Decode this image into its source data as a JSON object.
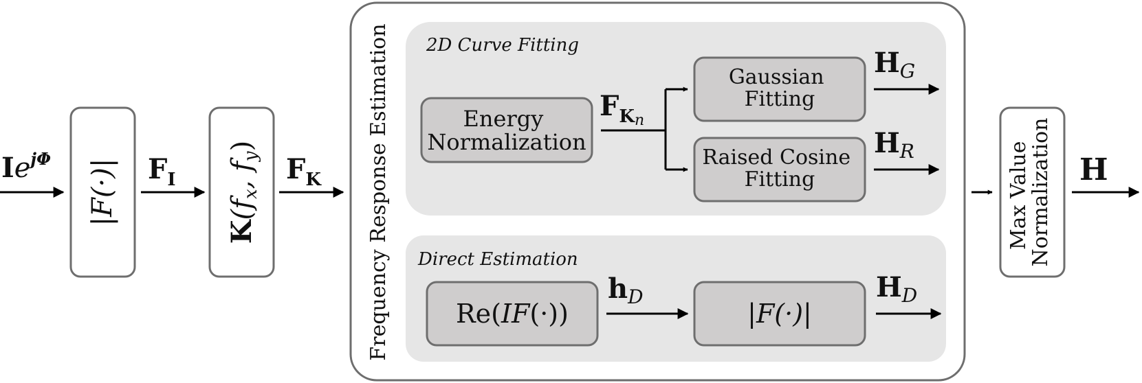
{
  "input_signal": {
    "base": "I",
    "exp_e": "e",
    "exp_power": "jΦ"
  },
  "fft_block": {
    "label": "|F(·)|"
  },
  "fi_signal": {
    "base": "F",
    "sub": "I"
  },
  "k_block": {
    "base": "K",
    "args": "(f",
    "sub_x": "x",
    "comma": ", f",
    "sub_y": "y",
    "close": ")"
  },
  "fk_signal": {
    "base": "F",
    "sub": "K"
  },
  "fre": {
    "title": "Frequency Response Estimation",
    "curve_fitting": {
      "title": "2D Curve Fitting",
      "energy_norm": {
        "line1": "Energy",
        "line2": "Normalization"
      },
      "fkn_signal": {
        "base": "F",
        "sub": "K",
        "subsub": "n"
      },
      "gaussian": {
        "line1": "Gaussian",
        "line2": "Fitting"
      },
      "hg_signal": {
        "base": "H",
        "sub": "G"
      },
      "raised_cosine": {
        "line1": "Raised Cosine",
        "line2": "Fitting"
      },
      "hr_signal": {
        "base": "H",
        "sub": "R"
      }
    },
    "direct": {
      "title": "Direct Estimation",
      "re_block": {
        "prefix": "Re(",
        "if": "IF",
        "suffix": "(·))"
      },
      "hd_small": {
        "base": "h",
        "sub": "D"
      },
      "abs_block": {
        "label": "|F(·)|"
      },
      "hd_signal": {
        "base": "H",
        "sub": "D"
      }
    }
  },
  "max_norm": {
    "line1": "Max Value",
    "line2": "Normalization"
  },
  "output_signal": {
    "label": "H"
  },
  "colors": {
    "stroke": "#6e6e6e",
    "panel": "#e6e6e6",
    "block": "#cfcdcd",
    "arrow": "#000000"
  }
}
